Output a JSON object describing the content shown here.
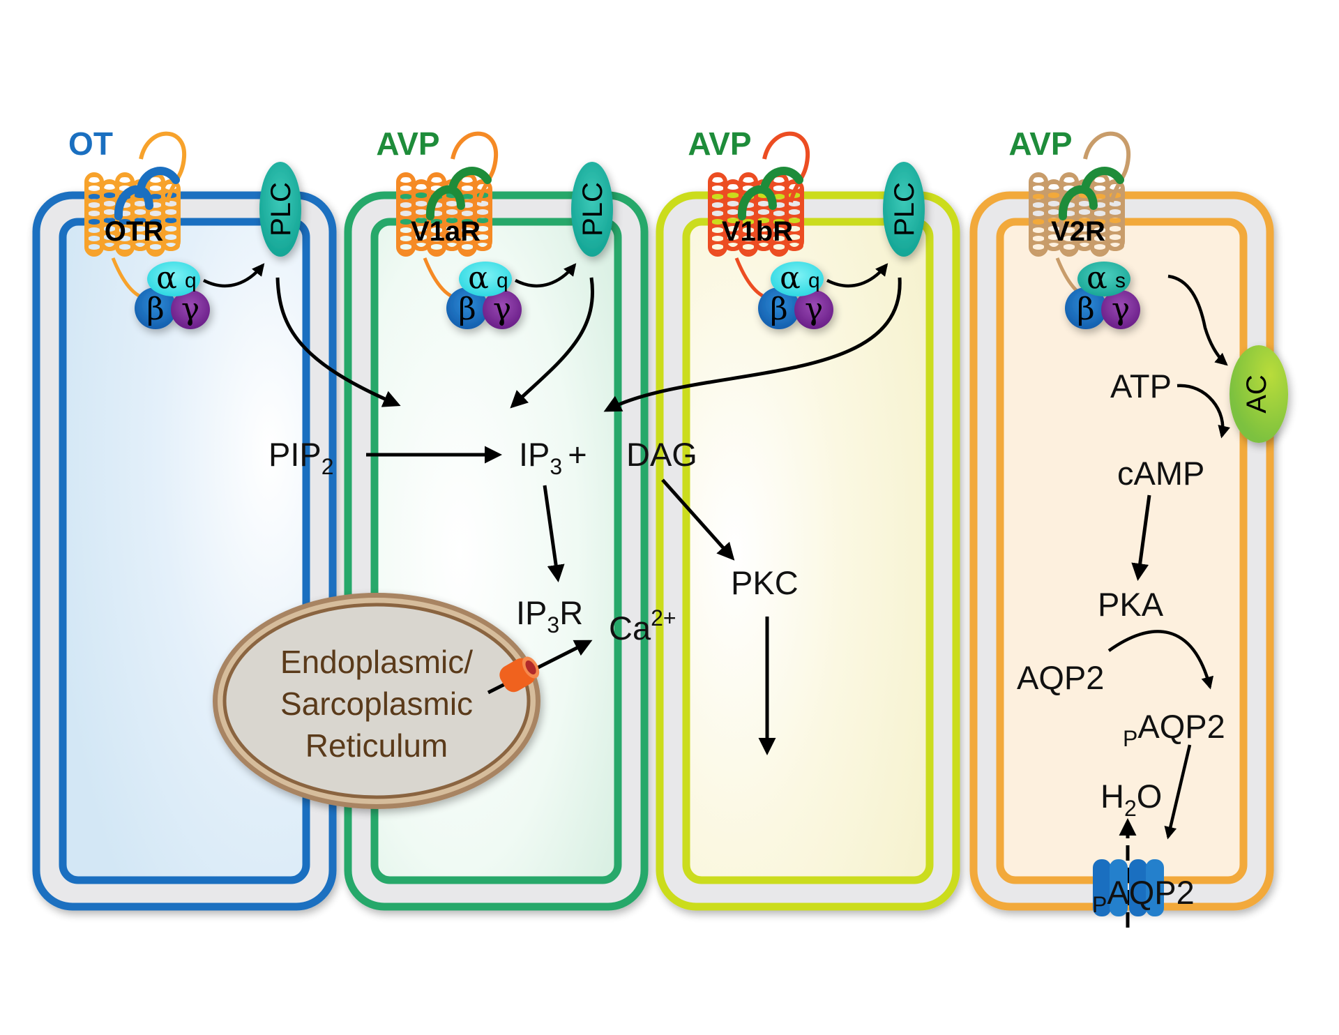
{
  "figure": {
    "title": "Oxytocin and vasopressin receptor signaling pathways",
    "colors": {
      "cell_blue": "#1a6fc0",
      "cell_green": "#27a86a",
      "cell_yellow": "#cbdc1e",
      "cell_orange": "#f2a93b",
      "membrane_gap": "#e6e6e8",
      "plc": "#1fb5a5",
      "ac": "#8cc63f",
      "alpha_q": "#3fe0e8",
      "alpha_s": "#2bb8a8",
      "beta": "#1f6fc0",
      "gamma": "#7a2c96",
      "hormone_ot": "#1a6fc0",
      "hormone_avp": "#1e8c3a",
      "er_fill": "#d9d6cf",
      "er_border": "#8a6440",
      "ip3r_channel": "#f0621e",
      "aqp2_channel": "#1a6fc0"
    }
  },
  "cells": [
    {
      "id": "otr",
      "hormone": "OT",
      "hormone_color": "#1a6fc0",
      "receptor": "OTR",
      "receptor_color": "#f7a22b",
      "ligand_color": "#1a6fc0",
      "membrane_color": "#1a6fc0",
      "fill": "#d7e9f6",
      "g_alpha": "α",
      "g_alpha_sub": "q",
      "g_beta": "β",
      "g_gamma": "γ",
      "effector": "PLC"
    },
    {
      "id": "v1ar",
      "hormone": "AVP",
      "hormone_color": "#1e8c3a",
      "receptor": "V1aR",
      "receptor_color": "#f58a25",
      "ligand_color": "#1e8c3a",
      "membrane_color": "#27a86a",
      "fill": "#dff2e8",
      "g_alpha": "α",
      "g_alpha_sub": "q",
      "g_beta": "β",
      "g_gamma": "γ",
      "effector": "PLC"
    },
    {
      "id": "v1br",
      "hormone": "AVP",
      "hormone_color": "#1e8c3a",
      "receptor": "V1bR",
      "receptor_color": "#ec4d22",
      "ligand_color": "#1e8c3a",
      "membrane_color": "#cbdc1e",
      "fill": "#f8f4d8",
      "g_alpha": "α",
      "g_alpha_sub": "q",
      "g_beta": "β",
      "g_gamma": "γ",
      "effector": "PLC"
    },
    {
      "id": "v2r",
      "hormone": "AVP",
      "hormone_color": "#1e8c3a",
      "receptor": "V2R",
      "receptor_color": "#c89c6a",
      "ligand_color": "#1e8c3a",
      "membrane_color": "#f2a93b",
      "fill": "#fdf0de",
      "g_alpha": "α",
      "g_alpha_sub": "s",
      "g_beta": "β",
      "g_gamma": "γ",
      "effector": "AC"
    }
  ],
  "pathway": {
    "pip2": {
      "main": "PIP",
      "sub": "2"
    },
    "ip3": {
      "main": "IP",
      "sub": "3",
      "after": "+"
    },
    "dag": "DAG",
    "ip3r": {
      "pre": "IP",
      "sub": "3",
      "post": "R"
    },
    "ca": {
      "main": "Ca",
      "sup": "2+"
    },
    "pkc": "PKC",
    "er_lines": [
      "Endoplasmic/",
      "Sarcoplasmic",
      "Reticulum"
    ]
  },
  "v2_pathway": {
    "atp": "ATP",
    "camp": "cAMP",
    "pka": "PKA",
    "aqp2": "AQP2",
    "paqp2": {
      "pre": "P",
      "main": "AQP2"
    },
    "h2o": {
      "pre": "H",
      "sub": "2",
      "post": "O"
    },
    "membrane_paqp2": {
      "pre": "P",
      "main": "AQP2"
    }
  }
}
